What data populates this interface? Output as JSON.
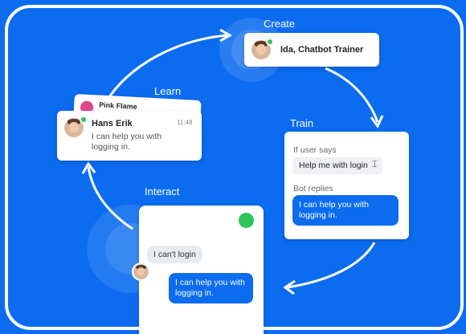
{
  "stages": {
    "create": "Create",
    "learn": "Learn",
    "train": "Train",
    "interact": "Interact"
  },
  "create_card": {
    "name": "Ida, Chatbot Trainer"
  },
  "learn_cards": {
    "back_name": "Pink Flame",
    "front_name": "Hans Erik",
    "front_time": "11:48",
    "front_message_line1": "I can help you with",
    "front_message_line2": "logging in."
  },
  "train_card": {
    "user_says_label": "If user says",
    "user_input": "Help me with login",
    "bot_replies_label": "Bot replies",
    "bot_reply_line1": "I can help you with",
    "bot_reply_line2": "logging in."
  },
  "interact_card": {
    "user_message": "I can't login",
    "bot_message_line1": "I can help you with",
    "bot_message_line2": "logging in."
  },
  "colors": {
    "background": "#0b6cf0",
    "online": "#2ec45a",
    "pink": "#e0468a"
  },
  "icons": [
    "text-cursor-icon",
    "online-dot",
    "avatar"
  ]
}
